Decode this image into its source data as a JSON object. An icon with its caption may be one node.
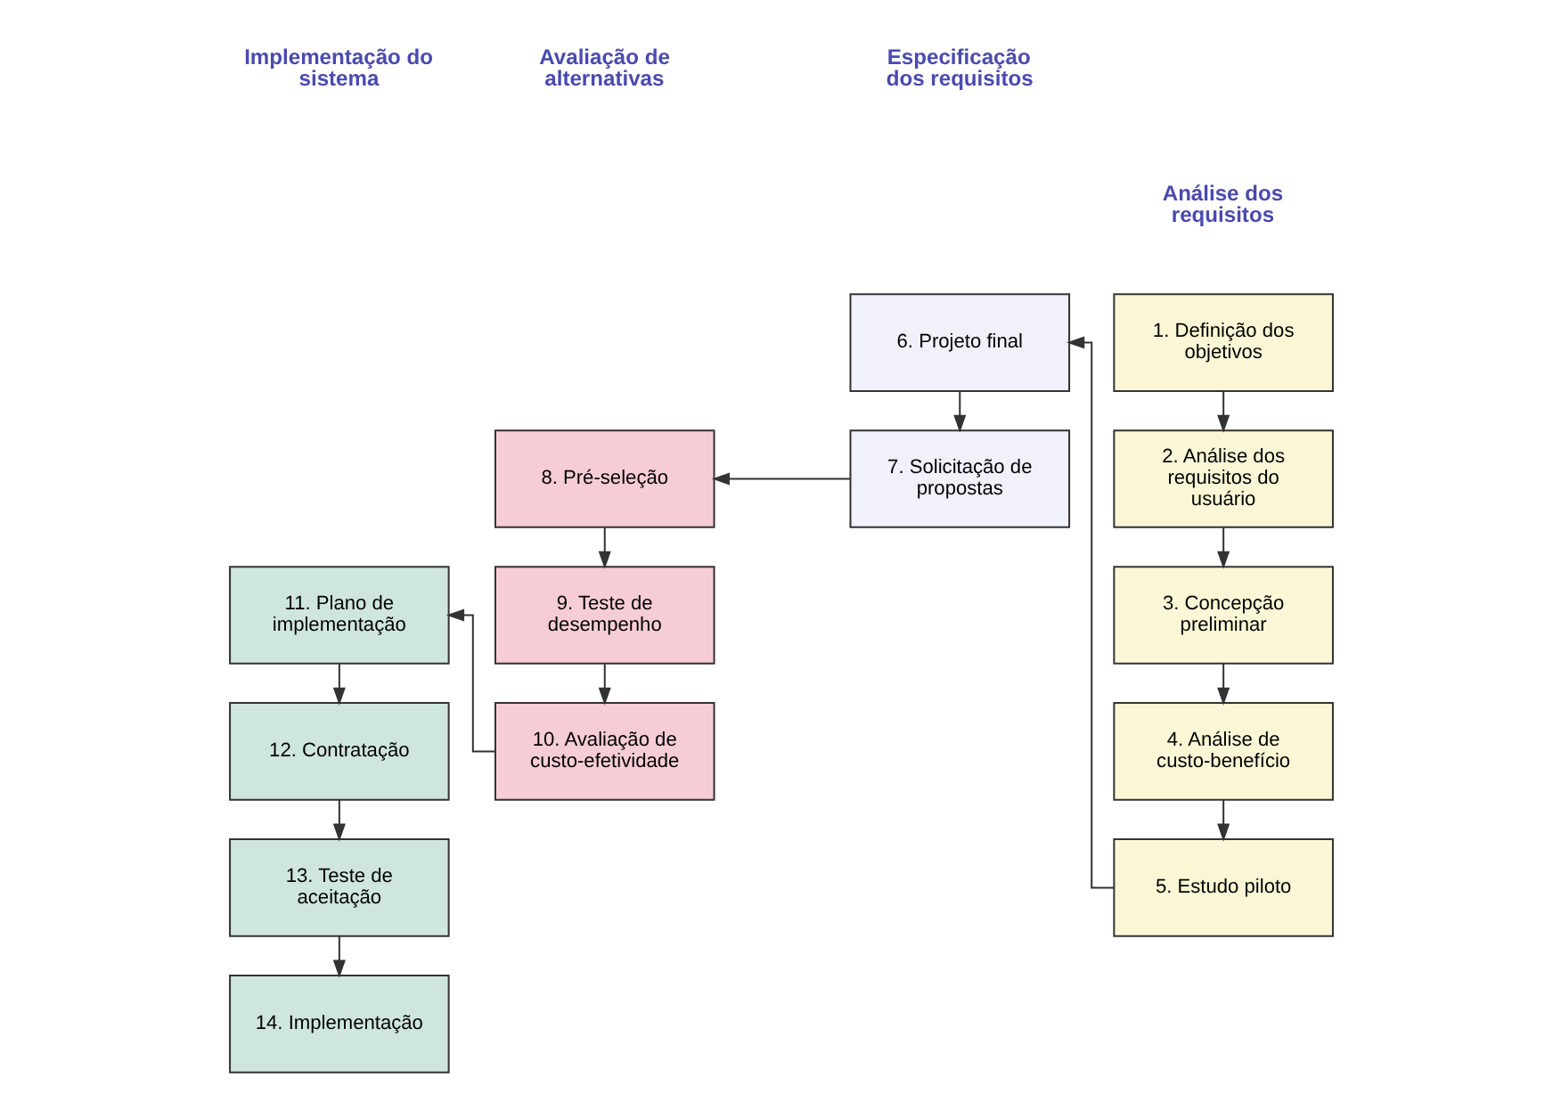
{
  "diagram": {
    "nodes": [
      {
        "text": [
          "1. Definição dos objetivos"
        ]
      },
      {
        "text": [
          "2. Análise dos requisitos do usuário"
        ]
      },
      {
        "text": [
          "3. Concepção preliminar"
        ]
      },
      {
        "text": [
          "4. Análise de custo-benefício"
        ]
      },
      {
        "text": [
          "5. Estudo piloto"
        ]
      },
      {
        "text": [
          "6. Projeto final"
        ]
      },
      {
        "text": [
          "7. Solicitação de propostas"
        ]
      },
      {
        "text": [
          "8. Pré-seleção"
        ]
      },
      {
        "text": [
          "9. Teste de desempenho"
        ]
      },
      {
        "text": [
          "10. Avaliação de custo-efetividade"
        ]
      },
      {
        "text": [
          "11. Plano de implementação"
        ]
      },
      {
        "text": [
          "12. Contratação"
        ]
      },
      {
        "text": [
          "13. Teste de aceitação"
        ]
      },
      {
        "text": [
          "14. Implementação"
        ]
      }
    ],
    "edges": [
      {
        "from": 0,
        "to": 1,
        "arrow": "to"
      },
      {
        "from": 1,
        "to": 2,
        "arrow": "to"
      },
      {
        "from": 2,
        "to": 3,
        "arrow": "to"
      },
      {
        "from": 3,
        "to": 4,
        "arrow": "to"
      },
      {
        "from": 4,
        "to": 5,
        "arrow": "to"
      },
      {
        "from": 5,
        "to": 6,
        "arrow": "to"
      },
      {
        "from": 6,
        "to": 7,
        "arrow": "to"
      },
      {
        "from": 7,
        "to": 8,
        "arrow": "to"
      },
      {
        "from": 8,
        "to": 9,
        "arrow": "to"
      },
      {
        "from": 9,
        "to": 10,
        "arrow": "to"
      },
      {
        "from": 10,
        "to": 11,
        "arrow": "to"
      },
      {
        "from": 11,
        "to": 12,
        "arrow": "to"
      },
      {
        "from": 12,
        "to": 13,
        "arrow": "to"
      }
    ],
    "labels": [
      "Análise dos requisitos",
      "Especificação dos requisitos",
      "Avaliação de alternativas",
      "Implementação do sistema"
    ]
  }
}
